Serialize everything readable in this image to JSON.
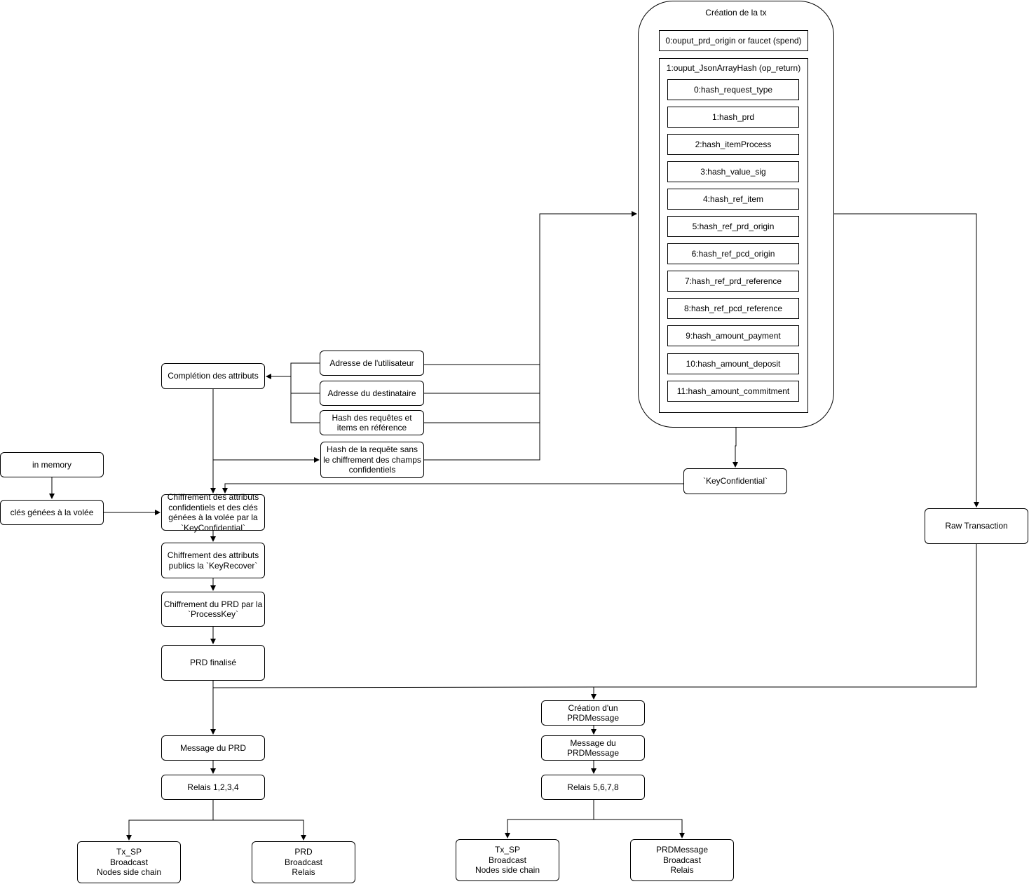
{
  "tx": {
    "title": "Création de la tx",
    "output0": "0:ouput_prd_origin or faucet (spend)",
    "output1": {
      "title": "1:ouput_JsonArrayHash (op_return)",
      "items": [
        "0:hash_request_type",
        "1:hash_prd",
        "2:hash_itemProcess",
        "3:hash_value_sig",
        "4:hash_ref_item",
        "5:hash_ref_prd_origin",
        "6:hash_ref_pcd_origin",
        "7:hash_ref_prd_reference",
        "8:hash_ref_pcd_reference",
        "9:hash_amount_payment",
        "10:hash_amount_deposit",
        "11:hash_amount_commitment"
      ]
    }
  },
  "nodes": {
    "adresse_utilisateur": "Adresse de l'utilisateur",
    "adresse_destinataire": "Adresse du destinataire",
    "hash_requetes": "Hash des requêtes  et\nitems en référence",
    "hash_requete_sans": "Hash de la requête sans le chiffrement des champs confidentiels",
    "completion": "Complétion des attributs",
    "in_memory": "in memory",
    "cles_volee": "clés génées à la volée",
    "chiffrement_confidentiels": "Chiffrement des attributs confidentiels et des clés génées à la volée par la `KeyConfidential`",
    "chiffrement_publics": "Chiffrement des attributs publics la `KeyRecover`",
    "chiffrement_prd": "Chiffrement du PRD par la `ProcessKey`",
    "prd_finalise": "PRD finalisé",
    "key_confidential": "`KeyConfidential`",
    "raw_transaction": "Raw Transaction",
    "creation_prdmessage": "Création d'un PRDMessage",
    "message_prd": "Message du PRD",
    "message_prdmessage": "Message du PRDMessage",
    "relais_1234": "Relais 1,2,3,4",
    "relais_5678": "Relais 5,6,7,8",
    "txsp_left": "Tx_SP\nBroadcast\nNodes side chain",
    "prd_broadcast": "PRD\nBroadcast\nRelais",
    "txsp_right": "Tx_SP\nBroadcast\nNodes side chain",
    "prdmessage_broadcast": "PRDMessage\nBroadcast\nRelais"
  }
}
